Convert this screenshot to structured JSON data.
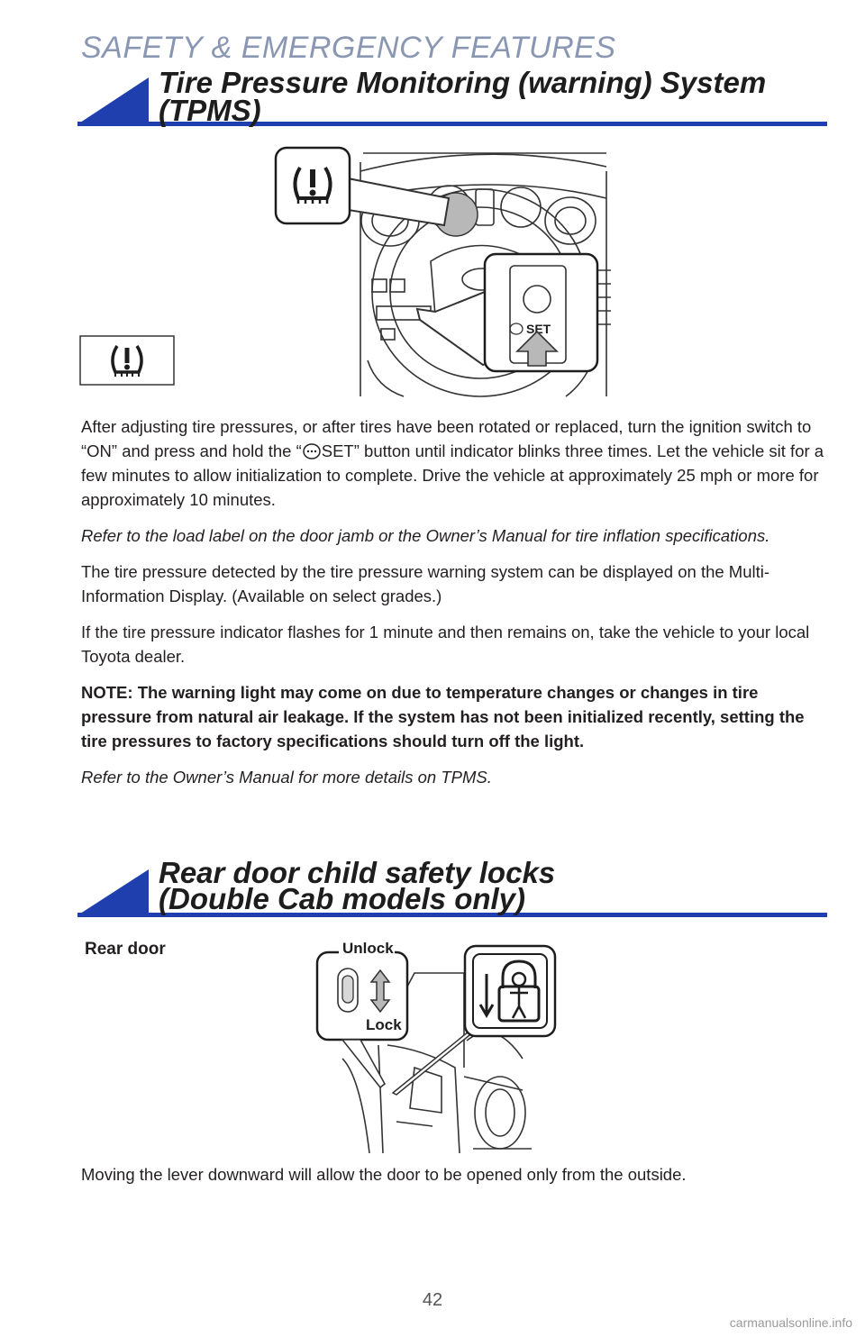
{
  "page": {
    "section_label": "SAFETY & EMERGENCY FEATURES",
    "page_number": "42",
    "watermark": "carmanualsonline.info"
  },
  "tpms": {
    "title_line1": "Tire Pressure Monitoring (warning) System",
    "title_line2": "(TPMS)",
    "set_button_label": "SET",
    "paragraphs": [
      {
        "text_before_icon": "After adjusting tire pressures, or after tires have been rotated or replaced, turn the ignition switch to “ON” and press and hold the “",
        "text_after_icon": "SET” button until indicator blinks three times. Let the vehicle sit for a few minutes to allow initialization to complete. Drive the vehicle at approximately 25 mph or more for approximately 10 minutes."
      },
      {
        "text": "Refer to the load label on the door jamb or the Owner’s Manual for tire inflation specifications."
      },
      {
        "text": "The tire pressure detected by the tire pressure warning system can be displayed on the Multi-Information Display. (Available on select grades.)"
      },
      {
        "text": "If the tire pressure indicator flashes for 1 minute and then remains on, take the vehicle to your local Toyota dealer."
      },
      {
        "text": "NOTE: The warning light may come on due to temperature changes or changes in tire pressure from natural air leakage. If the system has not been initialized recently, setting the tire pressures to factory specifications should turn off the light."
      },
      {
        "text": "Refer to the Owner’s Manual for more details on TPMS."
      }
    ]
  },
  "child_locks": {
    "title_line1": "Rear door child safety locks",
    "title_line2": "(Double Cab models only)",
    "rear_door_label": "Rear door",
    "unlock_label": "Unlock",
    "lock_label": "Lock",
    "description": "Moving the lever downward will allow the door to be opened only from the outside."
  },
  "colors": {
    "accent_blue": "#1f3fae",
    "section_label_gray": "#8a97b2",
    "highlight_gray": "#b8b8b8"
  },
  "icons": [
    "tpms-warning-icon",
    "set-button-icon",
    "child-lock-icon",
    "lever-icon",
    "arrow-up-icon"
  ]
}
